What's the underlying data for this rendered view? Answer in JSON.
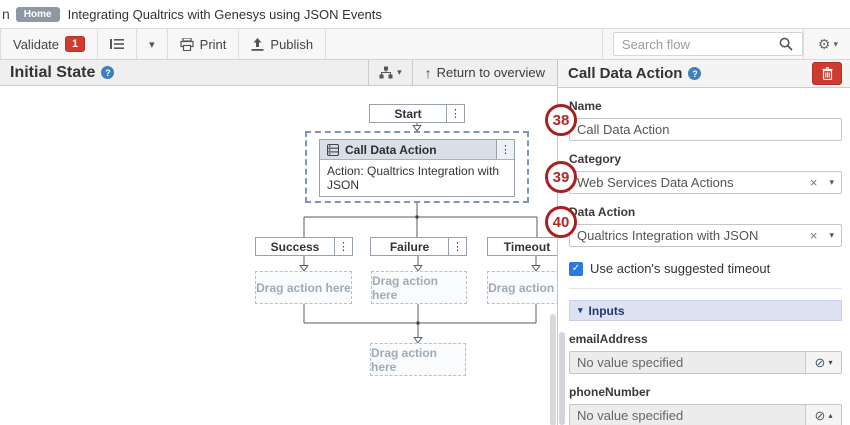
{
  "breadcrumb": {
    "prefix": "n",
    "home_badge": "Home",
    "title": "Integrating Qualtrics with Genesys using JSON Events"
  },
  "toolbar": {
    "validate_label": "Validate",
    "validate_count": "1",
    "print_label": "Print",
    "publish_label": "Publish",
    "search_placeholder": "Search flow"
  },
  "canvas": {
    "header": {
      "title": "Initial State",
      "return_label": "Return to overview"
    },
    "nodes": {
      "start": {
        "label": "Start"
      },
      "action": {
        "title": "Call Data Action",
        "subtitle": "Action: Qualtrics Integration with JSON"
      },
      "branches": [
        {
          "label": "Success"
        },
        {
          "label": "Failure"
        },
        {
          "label": "Timeout"
        }
      ],
      "drag_placeholder": "Drag action here"
    }
  },
  "panel": {
    "title": "Call Data Action",
    "name_field": {
      "label": "Name",
      "value": "Call Data Action"
    },
    "category_field": {
      "label": "Category",
      "value": "Web Services Data Actions"
    },
    "data_action_field": {
      "label": "Data Action",
      "value": "Qualtrics Integration with JSON"
    },
    "timeout_checkbox": {
      "label": "Use action's suggested timeout",
      "checked": true
    },
    "inputs_section": {
      "title": "Inputs",
      "fields": [
        {
          "label": "emailAddress",
          "value": "No value specified"
        },
        {
          "label": "phoneNumber",
          "value": "No value specified"
        }
      ]
    }
  },
  "annotations": [
    {
      "number": "38"
    },
    {
      "number": "39"
    },
    {
      "number": "40"
    }
  ],
  "icons": {
    "kebab": "⋮",
    "gear": "⚙",
    "caret_down": "▾",
    "caret_up": "▴",
    "clear": "×",
    "none": "⊘",
    "help": "?",
    "up_arrow": "↑",
    "check": "✓"
  },
  "colors": {
    "accent_red": "#ce3b31",
    "annotation_red": "#a92020",
    "selection_blue": "#7b96bb",
    "checkbox_blue": "#2a7ae2",
    "inputs_header_bg": "#dce2f1",
    "node_header_bg": "#d8dfe6",
    "home_badge_gray": "#8d98a5"
  }
}
